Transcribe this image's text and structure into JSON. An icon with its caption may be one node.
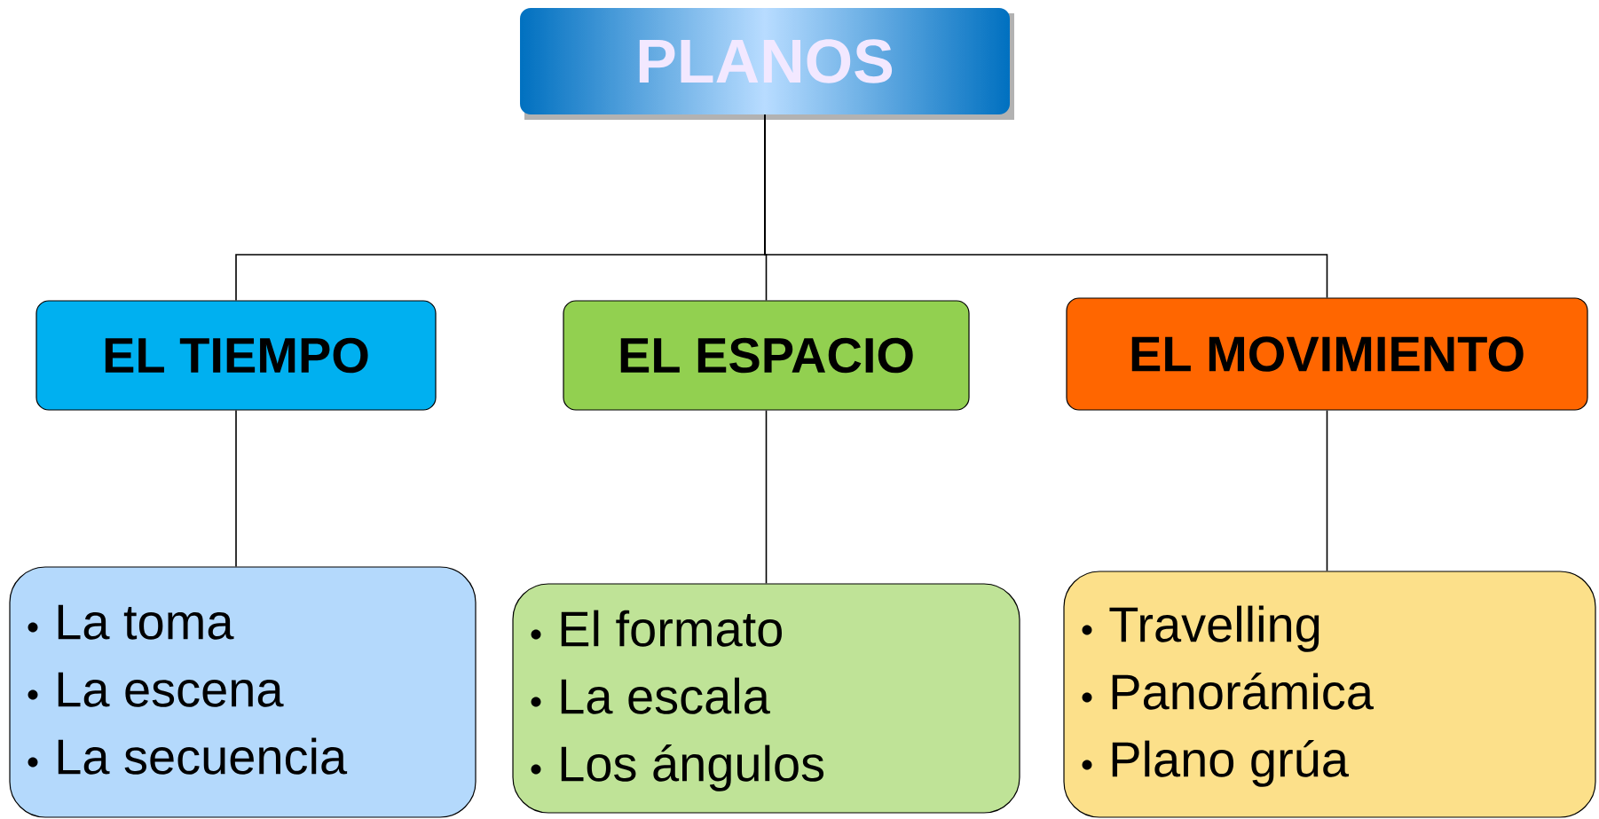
{
  "diagram": {
    "nodes": [
      {
        "text": [
          "PLANOS"
        ]
      },
      {
        "text": [
          "EL TIEMPO"
        ]
      },
      {
        "text": [
          "EL ESPACIO"
        ]
      },
      {
        "text": [
          "EL MOVIMIENTO"
        ]
      },
      {
        "text": [
          "La toma",
          "La escena",
          "La secuencia"
        ]
      },
      {
        "text": [
          "El formato",
          "La escala",
          "Los ángulos"
        ]
      },
      {
        "text": [
          "Travelling",
          "Panorámica",
          "Plano grúa"
        ]
      }
    ],
    "edges": [
      {
        "from": 0,
        "to": 1,
        "arrow": "none"
      },
      {
        "from": 0,
        "to": 2,
        "arrow": "none"
      },
      {
        "from": 0,
        "to": 3,
        "arrow": "none"
      },
      {
        "from": 1,
        "to": 4,
        "arrow": "none"
      },
      {
        "from": 2,
        "to": 5,
        "arrow": "none"
      },
      {
        "from": 3,
        "to": 6,
        "arrow": "none"
      }
    ]
  }
}
